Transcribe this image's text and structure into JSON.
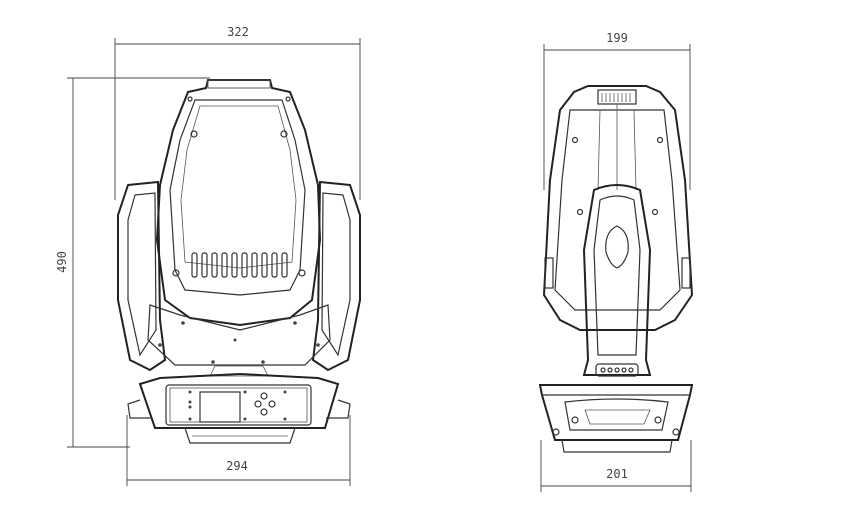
{
  "drawing": {
    "front_view": {
      "dimensions": {
        "top_width": "322",
        "height": "490",
        "base_width": "294"
      }
    },
    "side_view": {
      "dimensions": {
        "top_width": "199",
        "base_width": "201"
      }
    },
    "line_color": "#333333"
  }
}
